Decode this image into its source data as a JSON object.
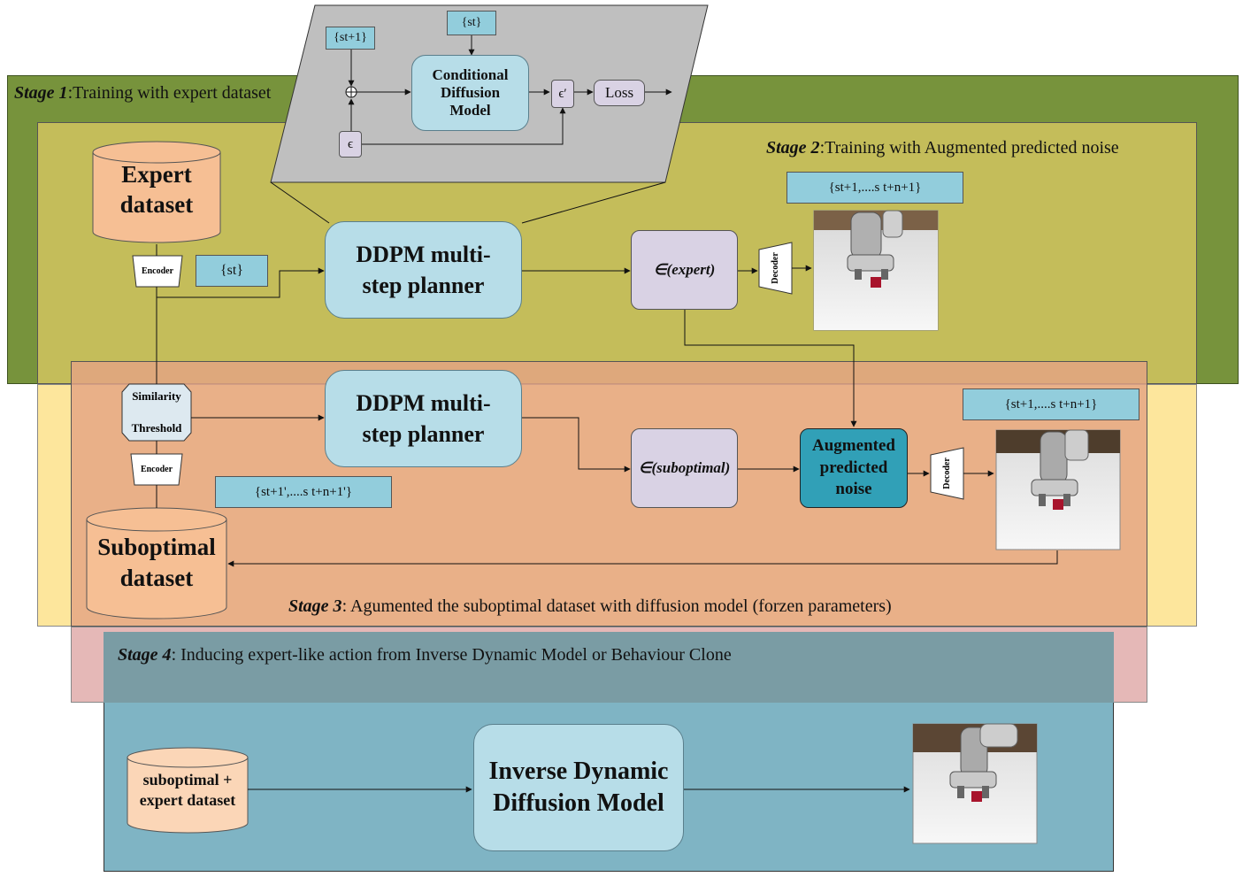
{
  "stage1": {
    "number": "Stage 1",
    "text": ":Training with expert dataset"
  },
  "stage2": {
    "number": "Stage 2",
    "text": ":Training with Augmented predicted noise"
  },
  "stage3": {
    "number": "Stage 3",
    "text": ": Agumented the suboptimal dataset with diffusion model (forzen parameters)"
  },
  "stage4": {
    "number": "Stage 4",
    "text": ": Inducing expert-like action from Inverse Dynamic Model or Behaviour Clone"
  },
  "inset": {
    "st1_label": "{st+1}",
    "st_label": "{st}",
    "cdm_label": "Conditional Diffusion Model",
    "eps_label": "ϵ",
    "eps_prime_label": "ϵ′",
    "loss_label": "Loss"
  },
  "expert_dataset": "Expert dataset",
  "suboptimal_dataset": "Suboptimal dataset",
  "combined_dataset": "suboptimal + expert dataset",
  "encoder_label": "Encoder",
  "decoder_label": "Decoder",
  "similarity_threshold": {
    "line1": "Similarity",
    "line2": "Threshold"
  },
  "st_input_label": "{st}",
  "ddpm_planner_label": "DDPM multi-step planner",
  "eps_expert_label": "∈(expert)",
  "eps_suboptimal_label": "∈(suboptimal)",
  "augmented_noise_label": "Augmented predicted noise",
  "future_states_label": "{st+1,....s t+n+1}",
  "future_states_sub_label": "{st+1',....s t+n+1'}",
  "inverse_dynamic_label": "Inverse Dynamic Diffusion Model",
  "colors": {
    "stage1_green": "#77933c",
    "stage2_yellow": "#c4bd5a",
    "stage3_salmon": "#e6b090",
    "stage4_teal": "#7fb4c4",
    "cylinder": "#f6bf94",
    "augmented": "#31a0b7"
  }
}
